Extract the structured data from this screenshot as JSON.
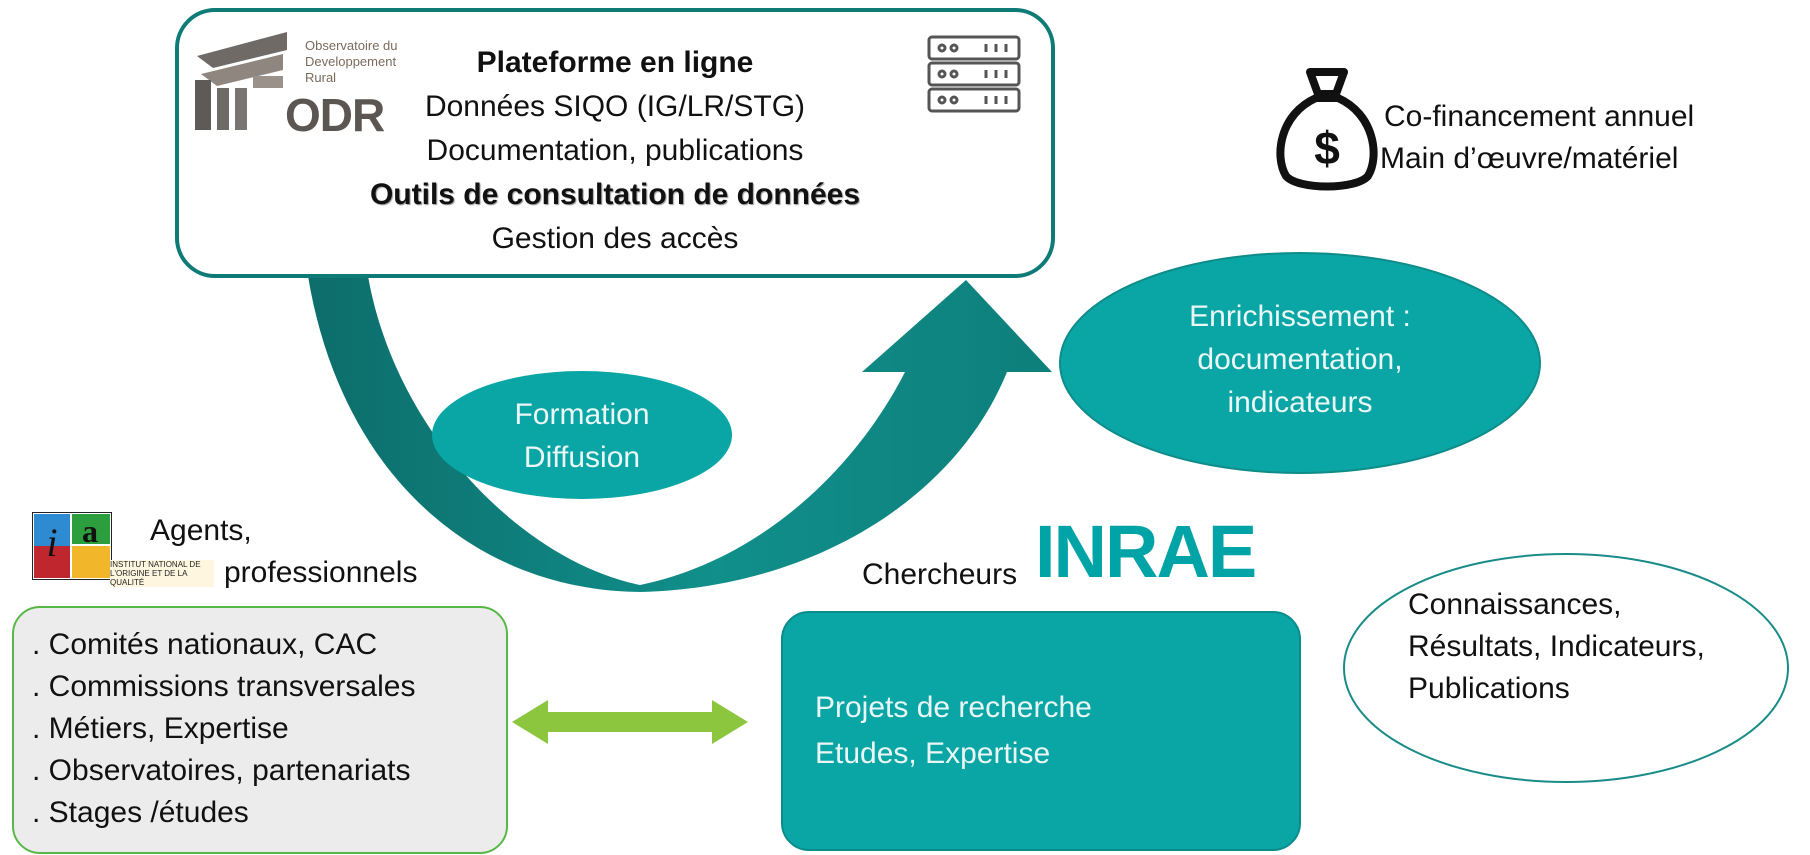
{
  "platform": {
    "title": "Plateforme en ligne",
    "line1": "Données SIQO (IG/LR/STG)",
    "line2": "Documentation, publications",
    "tools": "Outils de consultation de données",
    "line3": "Gestion des accès"
  },
  "odr_logo": {
    "caption_line1": "Observatoire du",
    "caption_line2": "Developpement",
    "caption_line3": "Rural",
    "letters": "ODR"
  },
  "funding": {
    "line1": "Co-financement annuel",
    "line2": "Main d’œuvre/matériel",
    "icon_symbol": "$"
  },
  "enrichment": {
    "line1": "Enrichissement :",
    "line2": "documentation,",
    "line3": "indicateurs"
  },
  "formation": {
    "line1": "Formation",
    "line2": "Diffusion"
  },
  "inao": {
    "line1": "Agents,",
    "line2": "professionnels",
    "logo_caption": "INSTITUT NATIONAL DE L'ORIGINE ET DE LA QUALITÉ"
  },
  "agents_list": [
    ". Comités nationaux, CAC",
    ". Commissions transversales",
    ". Métiers, Expertise",
    ". Observatoires, partenariats",
    ". Stages /études"
  ],
  "inrae": {
    "label": "Chercheurs",
    "logo_text": "INRAE"
  },
  "research": {
    "line1": "Projets de recherche",
    "line2": "Etudes, Expertise"
  },
  "knowledge": {
    "line1": "Connaissances,",
    "line2": "Résultats, Indicateurs,",
    "line3": "Publications"
  },
  "colors": {
    "teal": "#0aa5a5",
    "dark_teal": "#0e7b77",
    "green_arrow": "#8cc63f"
  }
}
